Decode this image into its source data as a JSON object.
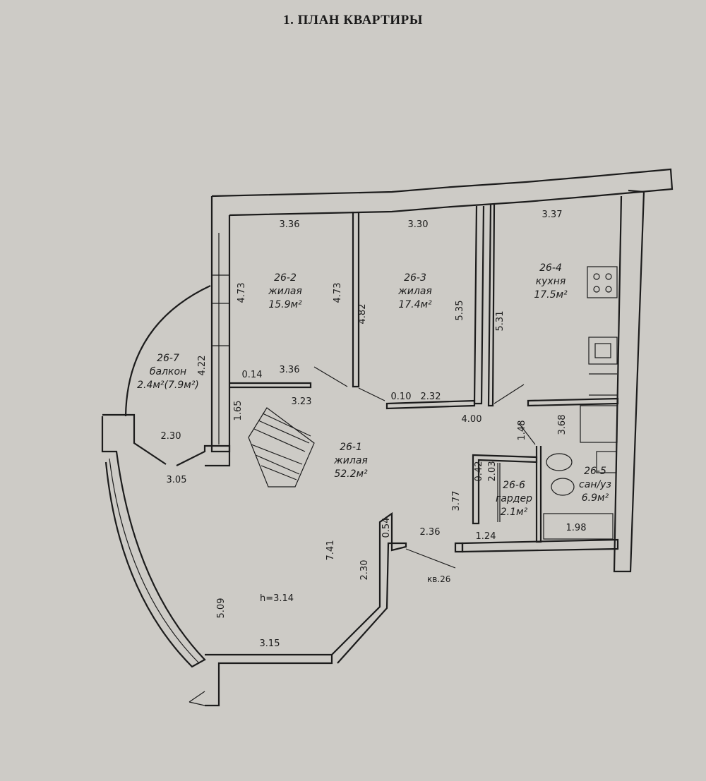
{
  "title": "1. ПЛАН КВАРТИРЫ",
  "rooms": [
    {
      "id": "26-1",
      "type": "жилая",
      "area": "52.2м²"
    },
    {
      "id": "26-2",
      "type": "жилая",
      "area": "15.9м²"
    },
    {
      "id": "26-3",
      "type": "жилая",
      "area": "17.4м²"
    },
    {
      "id": "26-4",
      "type": "кухня",
      "area": "17.5м²"
    },
    {
      "id": "26-5",
      "type": "сан/уз",
      "area": "6.9м²"
    },
    {
      "id": "26-6",
      "type": "гардер",
      "area": "2.1м²"
    },
    {
      "id": "26-7",
      "type": "балкон",
      "area": "2.4м²(7.9м²)"
    }
  ],
  "dimensions": {
    "d336a": "3.36",
    "d330": "3.30",
    "d337": "3.37",
    "d473a": "4.73",
    "d473b": "4.73",
    "d482": "4.82",
    "d535": "5.35",
    "d531": "5.31",
    "d014": "0.14",
    "d336b": "3.36",
    "d010": "0.10",
    "d232": "2.32",
    "d422": "4.22",
    "d165": "1.65",
    "d323": "3.23",
    "d400": "4.00",
    "d368": "3.68",
    "d148": "1.48",
    "d042": "0.42",
    "d203": "2.03",
    "d230a": "2.30",
    "d305": "3.05",
    "d377": "3.77",
    "d054": "0.54",
    "d236": "2.36",
    "d124": "1.24",
    "d198": "1.98",
    "d741": "7.41",
    "d230b": "2.30",
    "d509": "5.09",
    "d315": "3.15"
  },
  "height": "h=3.14",
  "apartment_tag": "кв.26"
}
